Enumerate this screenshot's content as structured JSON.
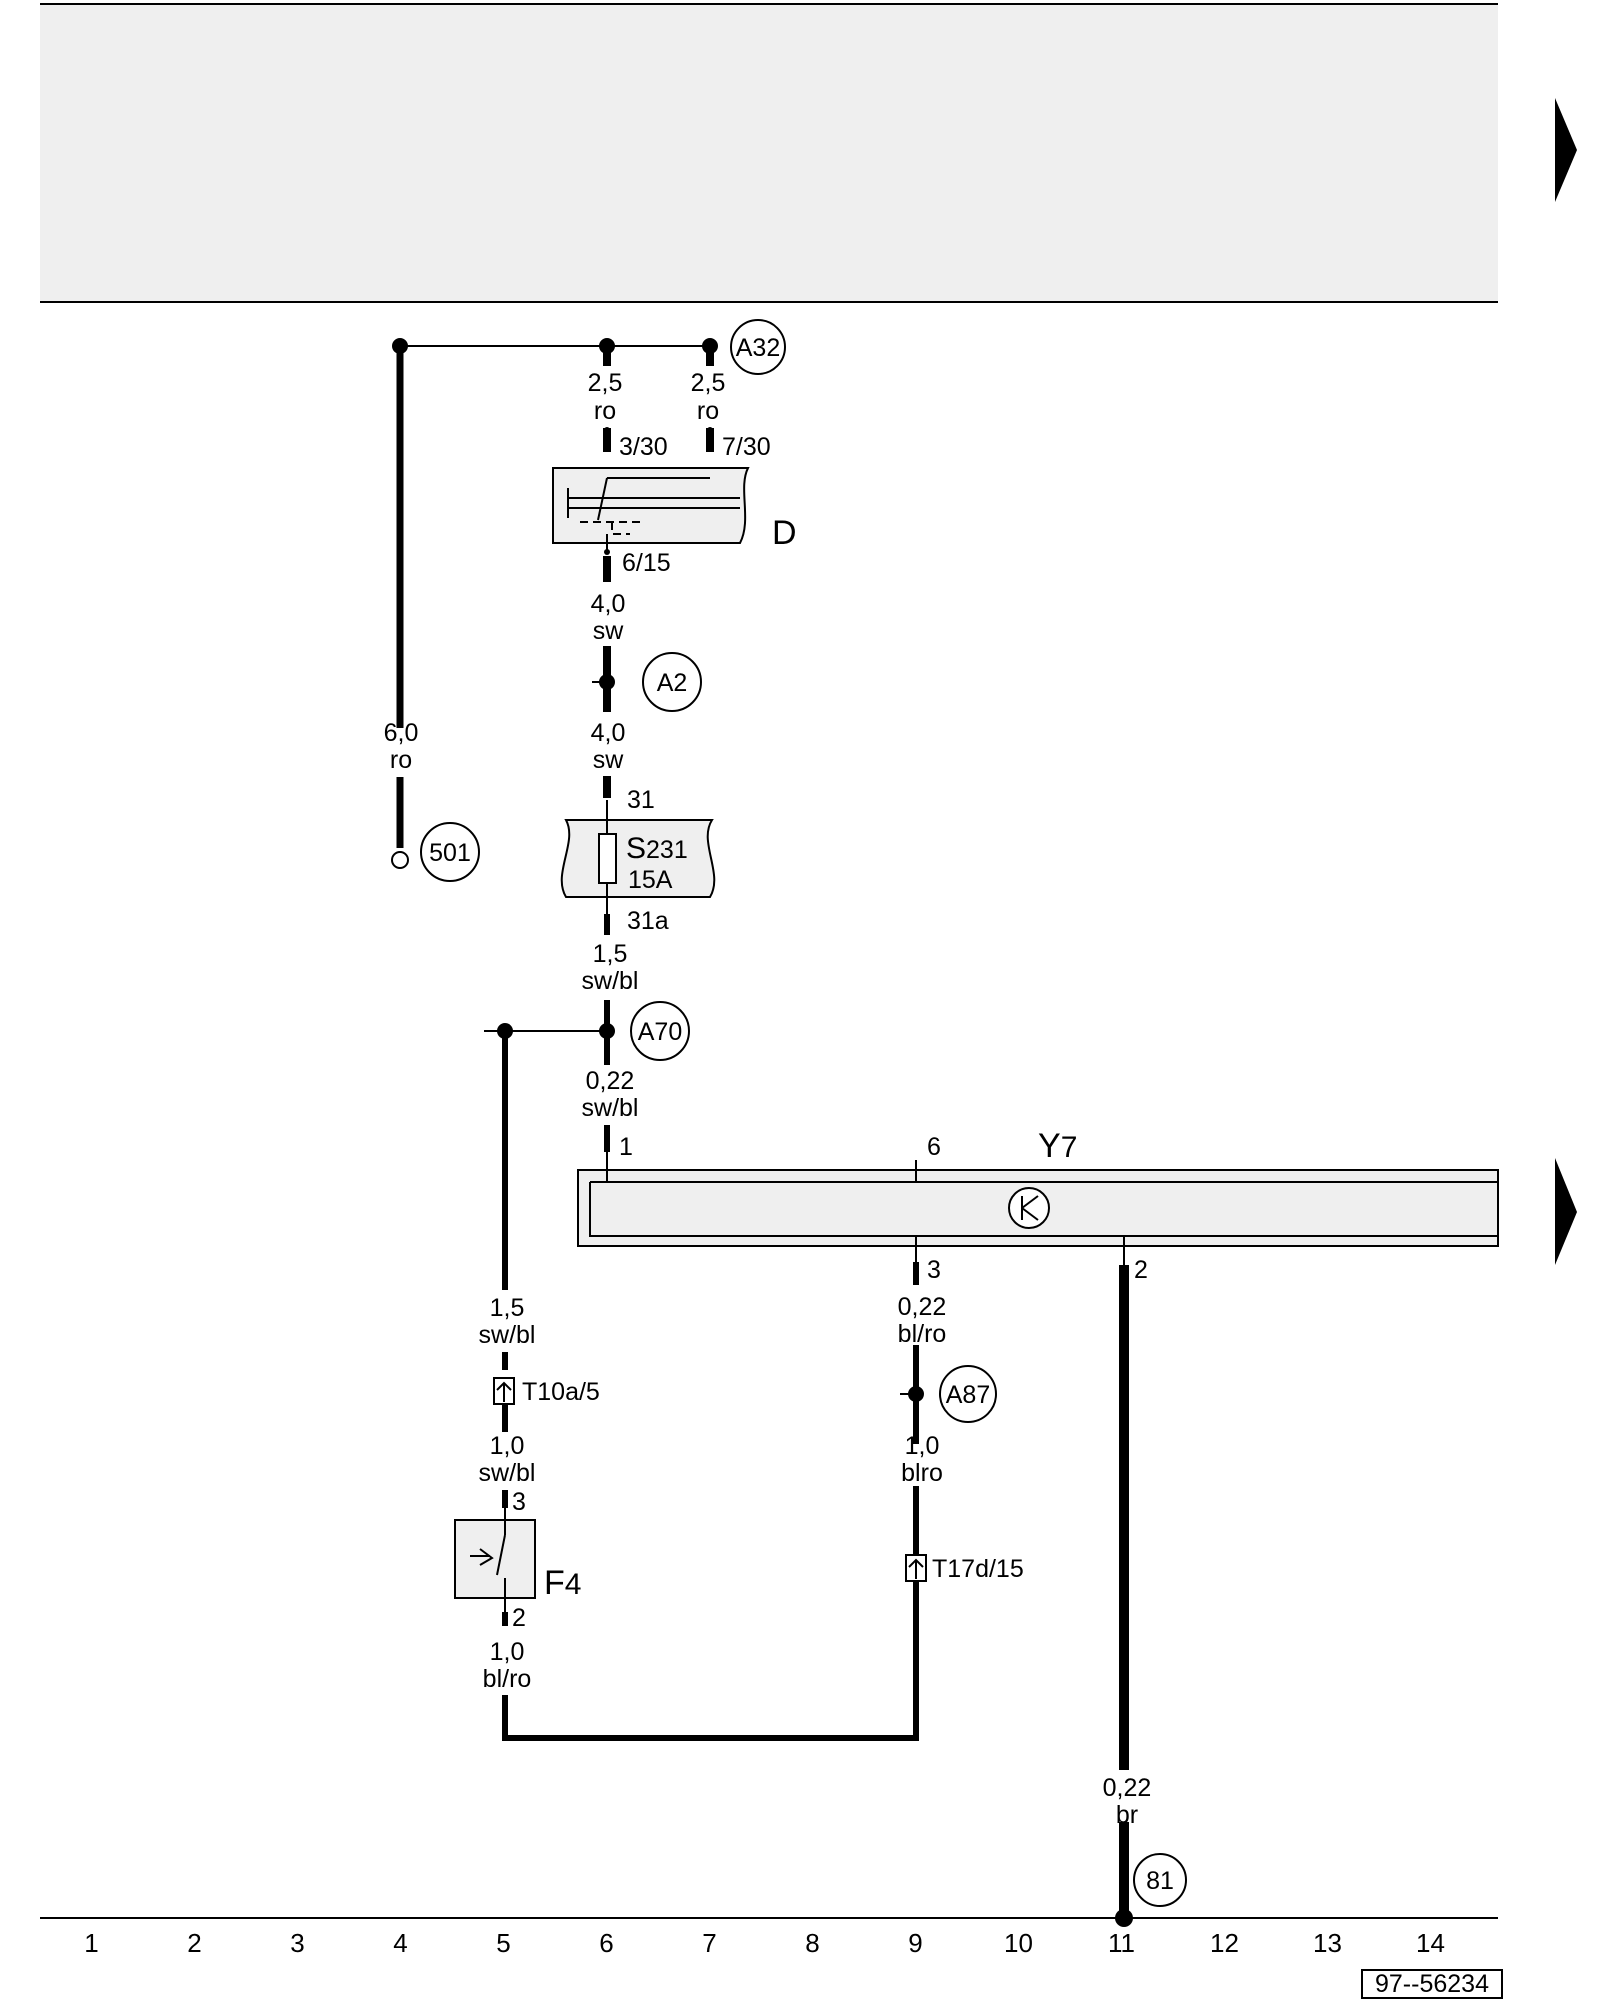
{
  "components": {
    "d": {
      "name": "D",
      "pin_in1": "3/30",
      "pin_in2": "7/30",
      "pin_out": "6/15"
    },
    "s231": {
      "name": "S",
      "sub": "231",
      "rating": "15A",
      "pin_in": "31",
      "pin_out": "31a"
    },
    "y7": {
      "name": "Y",
      "sub": "7",
      "pins": [
        "1",
        "6",
        "3",
        "2"
      ]
    },
    "f4": {
      "name": "F",
      "sub": "4",
      "pin_in": "3",
      "pin_out": "2"
    },
    "t10a": {
      "label": "T10a/5"
    },
    "t17d": {
      "label": "T17d/15"
    }
  },
  "junctions": {
    "a32": "A32",
    "a2": "A2",
    "a70": "A70",
    "a87": "A87"
  },
  "references": {
    "r501": "501",
    "r81": "81"
  },
  "wires": {
    "w_a32_left": {
      "size": "2,5",
      "color": "ro"
    },
    "w_a32_right": {
      "size": "2,5",
      "color": "ro"
    },
    "w_d_out": {
      "size": "4,0",
      "color": "sw"
    },
    "w_a2_out": {
      "size": "4,0",
      "color": "sw"
    },
    "w_501": {
      "size": "6,0",
      "color": "ro"
    },
    "w_s231_out": {
      "size": "1,5",
      "color": "sw/bl"
    },
    "w_a70_y7": {
      "size": "0,22",
      "color": "sw/bl"
    },
    "w_a70_left": {
      "size": "1,5",
      "color": "sw/bl"
    },
    "w_t10a_f4": {
      "size": "1,0",
      "color": "sw/bl"
    },
    "w_f4_out": {
      "size": "1,0",
      "color": "bl/ro"
    },
    "w_y7_pin3": {
      "size": "0,22",
      "color": "bl/ro"
    },
    "w_a87_out": {
      "size": "1,0",
      "color": "blro"
    },
    "w_y7_pin2": {
      "size": "0,22",
      "color": "br"
    }
  },
  "track_numbers": [
    "1",
    "2",
    "3",
    "4",
    "5",
    "6",
    "7",
    "8",
    "9",
    "10",
    "11",
    "12",
    "13",
    "14"
  ],
  "diagram_id": "97--56234",
  "colors": {
    "shade": "#efefef",
    "line": "#000000"
  }
}
